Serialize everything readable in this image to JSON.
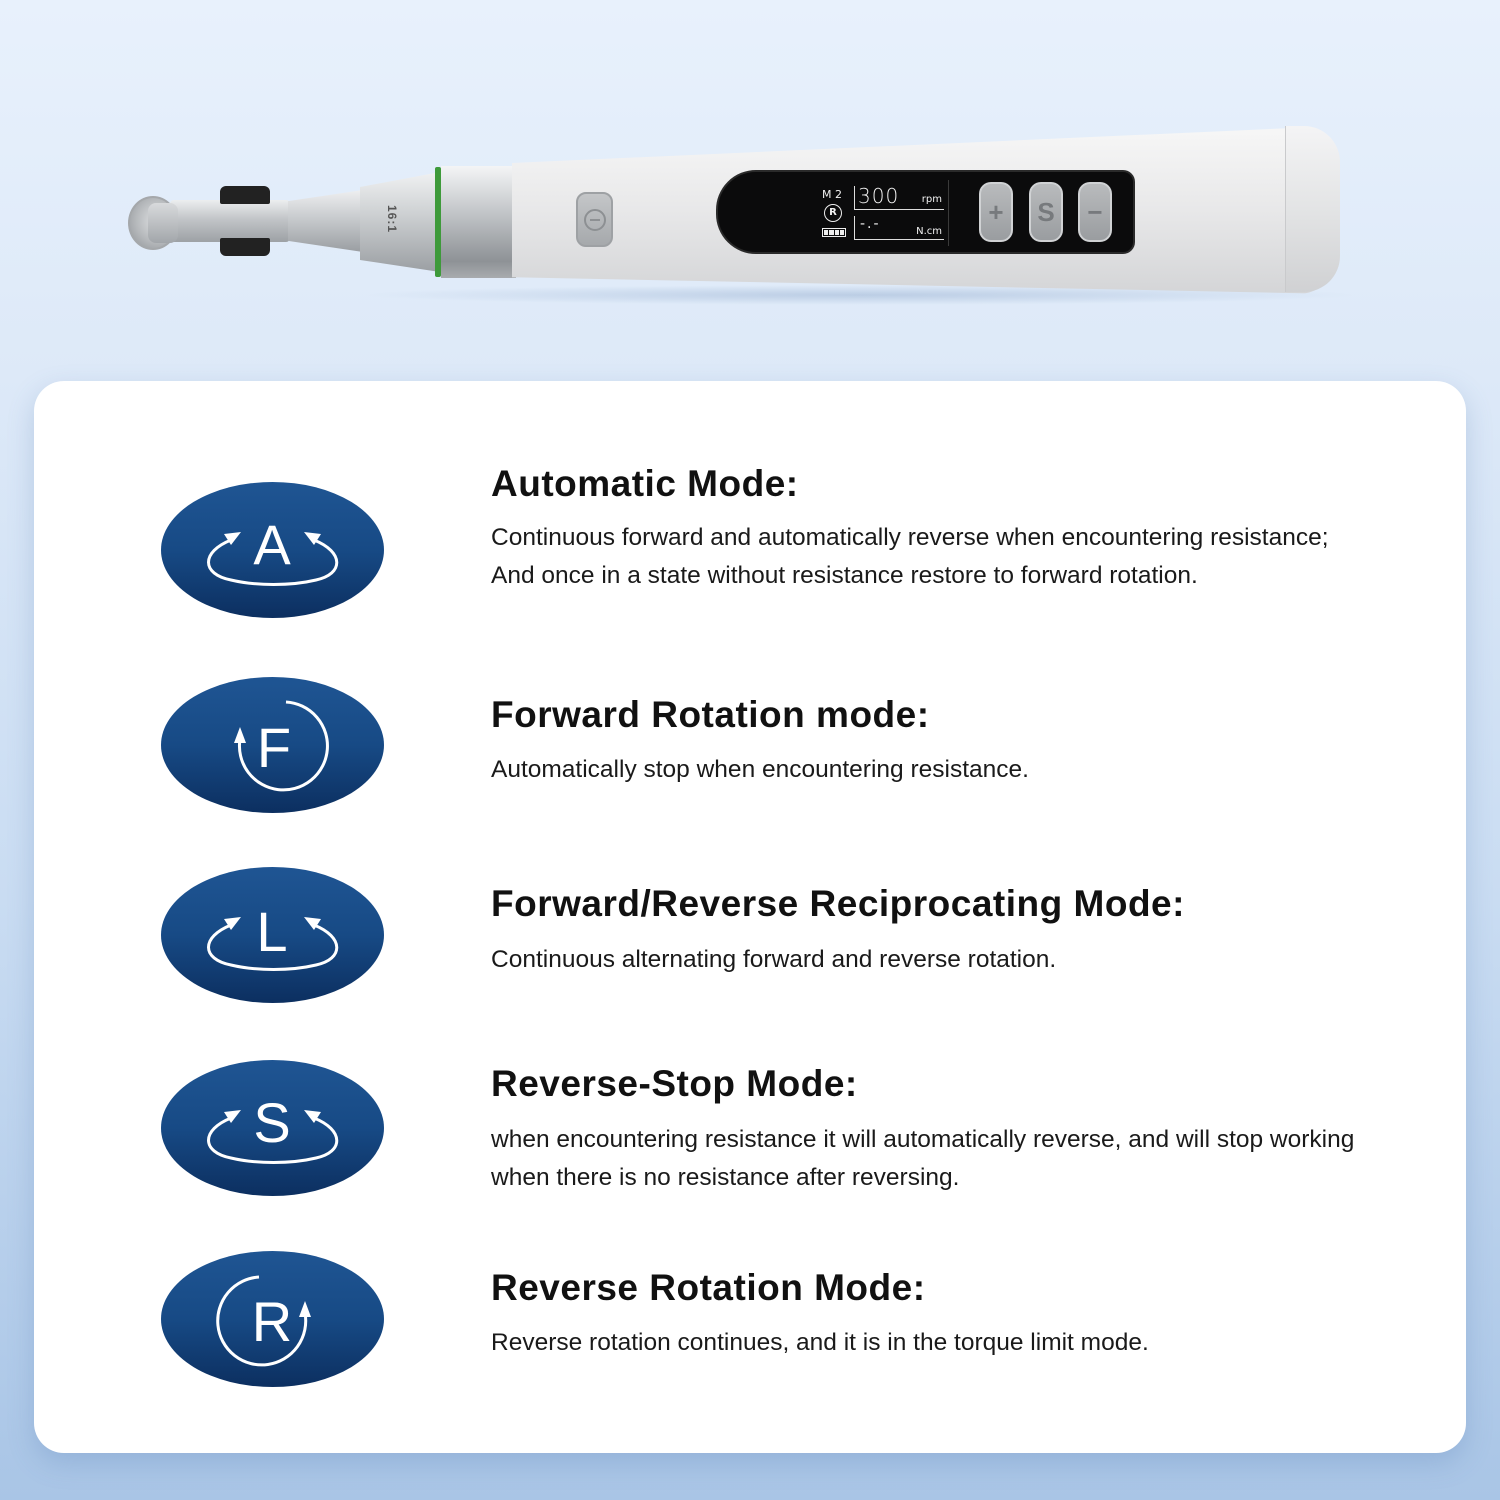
{
  "device": {
    "head_ratio_label": "16:1",
    "power_button_icon": "power-icon",
    "screen": {
      "mode_label": "M 2",
      "direction_icon_letter": "R",
      "battery_bars": 4,
      "speed_value": "300",
      "speed_unit": "rpm",
      "torque_value": "-.-",
      "torque_unit": "N.cm"
    },
    "buttons": [
      {
        "label": "+"
      },
      {
        "label": "S"
      },
      {
        "label": "−"
      }
    ],
    "accent_ring_color": "#3e9a3a"
  },
  "colors": {
    "icon_gradient_top": "#1f5593",
    "icon_gradient_bottom": "#0c2f60",
    "background_top": "#e8f1fc",
    "background_bottom": "#a9c5e6",
    "card": "#ffffff"
  },
  "modes": [
    {
      "letter": "A",
      "icon": "bidirectional-rotation-icon",
      "title": "Automatic Mode:",
      "description": "Continuous forward and automatically reverse when encountering resistance; And once in a state without resistance restore to forward rotation."
    },
    {
      "letter": "F",
      "icon": "forward-rotation-icon",
      "title": "Forward Rotation mode:",
      "description": "Automatically stop when encountering resistance."
    },
    {
      "letter": "L",
      "icon": "bidirectional-rotation-icon",
      "title": "Forward/Reverse Reciprocating Mode:",
      "description": "Continuous alternating forward and reverse rotation."
    },
    {
      "letter": "S",
      "icon": "bidirectional-rotation-icon",
      "title": "Reverse-Stop Mode:",
      "description": "when encountering resistance it will automatically reverse, and will stop working when there is no resistance after reversing."
    },
    {
      "letter": "R",
      "icon": "reverse-rotation-icon",
      "title": "Reverse Rotation Mode:",
      "description": "Reverse rotation continues, and it is in the torque limit mode."
    }
  ]
}
